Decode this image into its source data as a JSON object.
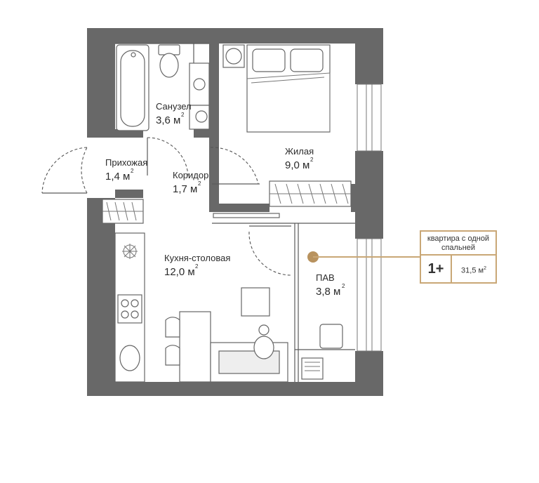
{
  "rooms": {
    "bathroom": {
      "name": "Санузел",
      "area": "3,6 м",
      "sup": "2"
    },
    "bedroom": {
      "name": "Жилая",
      "area": "9,0 м",
      "sup": "2"
    },
    "hallway": {
      "name": "Прихожая",
      "area": "1,4 м",
      "sup": "2"
    },
    "corridor": {
      "name": "Коридор",
      "area": "1,7 м",
      "sup": "2"
    },
    "kitchen": {
      "name": "Кухня-столовая",
      "area": "12,0 м",
      "sup": "2"
    },
    "pav": {
      "name": "ПАВ",
      "area": "3,8 м",
      "sup": "2"
    }
  },
  "info": {
    "title": "квартира с одной спальней",
    "type": "1+",
    "total_area": "31,5 м",
    "total_area_sup": "2"
  },
  "colors": {
    "wall": "#686868",
    "accent": "#c9a776",
    "marker": "#b8925e"
  }
}
